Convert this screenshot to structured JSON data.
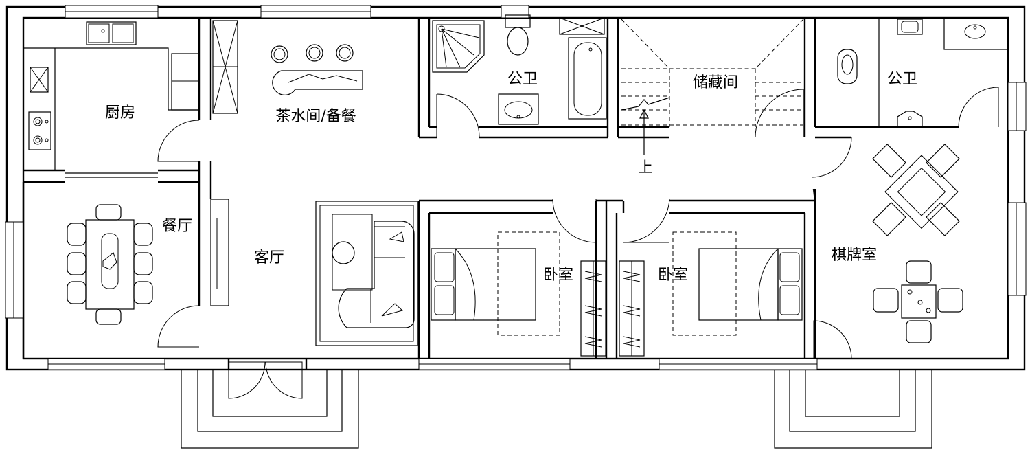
{
  "rooms": {
    "kitchen": "厨房",
    "tea_room": "茶水间/备餐",
    "bathroom_middle": "公卫",
    "storage": "储藏间",
    "bathroom_right": "公卫",
    "dining": "餐厅",
    "living": "客厅",
    "bedroom_left": "卧室",
    "bedroom_right": "卧室",
    "chess_room": "棋牌室"
  },
  "stairs": {
    "up_label": "上"
  }
}
